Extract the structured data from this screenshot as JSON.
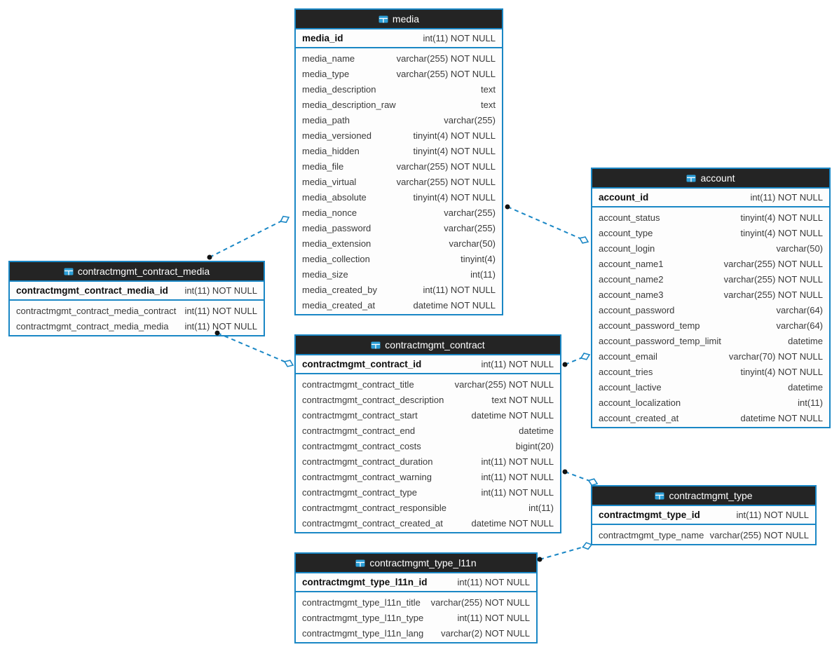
{
  "diagram": {
    "colors": {
      "accent": "#1a87c5",
      "header_bg": "#242424",
      "header_text": "#ffffff",
      "row_text": "#3a3a3a",
      "relation_line": "#1a87c5",
      "relation_dot": "#111111",
      "icon_blue": "#2d9fd8"
    },
    "tables": [
      {
        "id": "media",
        "title": "media",
        "pk": {
          "name": "media_id",
          "type": "int(11) NOT NULL"
        },
        "columns": [
          {
            "name": "media_name",
            "type": "varchar(255) NOT NULL"
          },
          {
            "name": "media_type",
            "type": "varchar(255) NOT NULL"
          },
          {
            "name": "media_description",
            "type": "text"
          },
          {
            "name": "media_description_raw",
            "type": "text"
          },
          {
            "name": "media_path",
            "type": "varchar(255)"
          },
          {
            "name": "media_versioned",
            "type": "tinyint(4) NOT NULL"
          },
          {
            "name": "media_hidden",
            "type": "tinyint(4) NOT NULL"
          },
          {
            "name": "media_file",
            "type": "varchar(255) NOT NULL"
          },
          {
            "name": "media_virtual",
            "type": "varchar(255) NOT NULL"
          },
          {
            "name": "media_absolute",
            "type": "tinyint(4) NOT NULL"
          },
          {
            "name": "media_nonce",
            "type": "varchar(255)"
          },
          {
            "name": "media_password",
            "type": "varchar(255)"
          },
          {
            "name": "media_extension",
            "type": "varchar(50)"
          },
          {
            "name": "media_collection",
            "type": "tinyint(4)"
          },
          {
            "name": "media_size",
            "type": "int(11)"
          },
          {
            "name": "media_created_by",
            "type": "int(11) NOT NULL"
          },
          {
            "name": "media_created_at",
            "type": "datetime NOT NULL"
          }
        ]
      },
      {
        "id": "account",
        "title": "account",
        "pk": {
          "name": "account_id",
          "type": "int(11) NOT NULL"
        },
        "columns": [
          {
            "name": "account_status",
            "type": "tinyint(4) NOT NULL"
          },
          {
            "name": "account_type",
            "type": "tinyint(4) NOT NULL"
          },
          {
            "name": "account_login",
            "type": "varchar(50)"
          },
          {
            "name": "account_name1",
            "type": "varchar(255) NOT NULL"
          },
          {
            "name": "account_name2",
            "type": "varchar(255) NOT NULL"
          },
          {
            "name": "account_name3",
            "type": "varchar(255) NOT NULL"
          },
          {
            "name": "account_password",
            "type": "varchar(64)"
          },
          {
            "name": "account_password_temp",
            "type": "varchar(64)"
          },
          {
            "name": "account_password_temp_limit",
            "type": "datetime"
          },
          {
            "name": "account_email",
            "type": "varchar(70) NOT NULL"
          },
          {
            "name": "account_tries",
            "type": "tinyint(4) NOT NULL"
          },
          {
            "name": "account_lactive",
            "type": "datetime"
          },
          {
            "name": "account_localization",
            "type": "int(11)"
          },
          {
            "name": "account_created_at",
            "type": "datetime NOT NULL"
          }
        ]
      },
      {
        "id": "ccm",
        "title": "contractmgmt_contract_media",
        "pk": {
          "name": "contractmgmt_contract_media_id",
          "type": "int(11) NOT NULL"
        },
        "columns": [
          {
            "name": "contractmgmt_contract_media_contract",
            "type": "int(11) NOT NULL"
          },
          {
            "name": "contractmgmt_contract_media_media",
            "type": "int(11) NOT NULL"
          }
        ]
      },
      {
        "id": "contract",
        "title": "contractmgmt_contract",
        "pk": {
          "name": "contractmgmt_contract_id",
          "type": "int(11) NOT NULL"
        },
        "columns": [
          {
            "name": "contractmgmt_contract_title",
            "type": "varchar(255) NOT NULL"
          },
          {
            "name": "contractmgmt_contract_description",
            "type": "text NOT NULL"
          },
          {
            "name": "contractmgmt_contract_start",
            "type": "datetime NOT NULL"
          },
          {
            "name": "contractmgmt_contract_end",
            "type": "datetime"
          },
          {
            "name": "contractmgmt_contract_costs",
            "type": "bigint(20)"
          },
          {
            "name": "contractmgmt_contract_duration",
            "type": "int(11) NOT NULL"
          },
          {
            "name": "contractmgmt_contract_warning",
            "type": "int(11) NOT NULL"
          },
          {
            "name": "contractmgmt_contract_type",
            "type": "int(11) NOT NULL"
          },
          {
            "name": "contractmgmt_contract_responsible",
            "type": "int(11)"
          },
          {
            "name": "contractmgmt_contract_created_at",
            "type": "datetime NOT NULL"
          }
        ]
      },
      {
        "id": "type",
        "title": "contractmgmt_type",
        "pk": {
          "name": "contractmgmt_type_id",
          "type": "int(11) NOT NULL"
        },
        "columns": [
          {
            "name": "contractmgmt_type_name",
            "type": "varchar(255) NOT NULL"
          }
        ]
      },
      {
        "id": "l11n",
        "title": "contractmgmt_type_l11n",
        "pk": {
          "name": "contractmgmt_type_l11n_id",
          "type": "int(11) NOT NULL"
        },
        "columns": [
          {
            "name": "contractmgmt_type_l11n_title",
            "type": "varchar(255) NOT NULL"
          },
          {
            "name": "contractmgmt_type_l11n_type",
            "type": "int(11) NOT NULL"
          },
          {
            "name": "contractmgmt_type_l11n_lang",
            "type": "varchar(2) NOT NULL"
          }
        ]
      }
    ],
    "relations": [
      {
        "from": "contractmgmt_contract_media",
        "to": "media"
      },
      {
        "from": "media",
        "to": "account"
      },
      {
        "from": "contractmgmt_contract",
        "to": "account"
      },
      {
        "from": "contractmgmt_contract",
        "to": "contractmgmt_type"
      },
      {
        "from": "contractmgmt_type_l11n",
        "to": "contractmgmt_type"
      },
      {
        "from": "contractmgmt_contract_media",
        "to": "contractmgmt_contract"
      }
    ]
  }
}
